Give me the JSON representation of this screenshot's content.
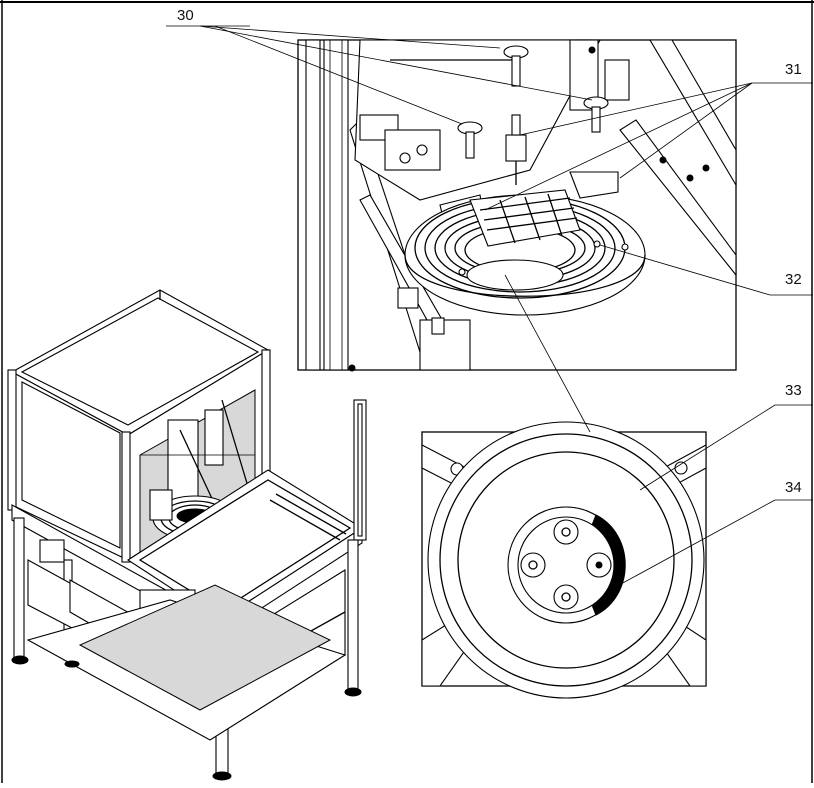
{
  "figure": {
    "background": "#ffffff",
    "line_color": "#000000",
    "callouts": {
      "c30": "30",
      "c31": "31",
      "c32": "32",
      "c33": "33",
      "c34": "34"
    }
  }
}
